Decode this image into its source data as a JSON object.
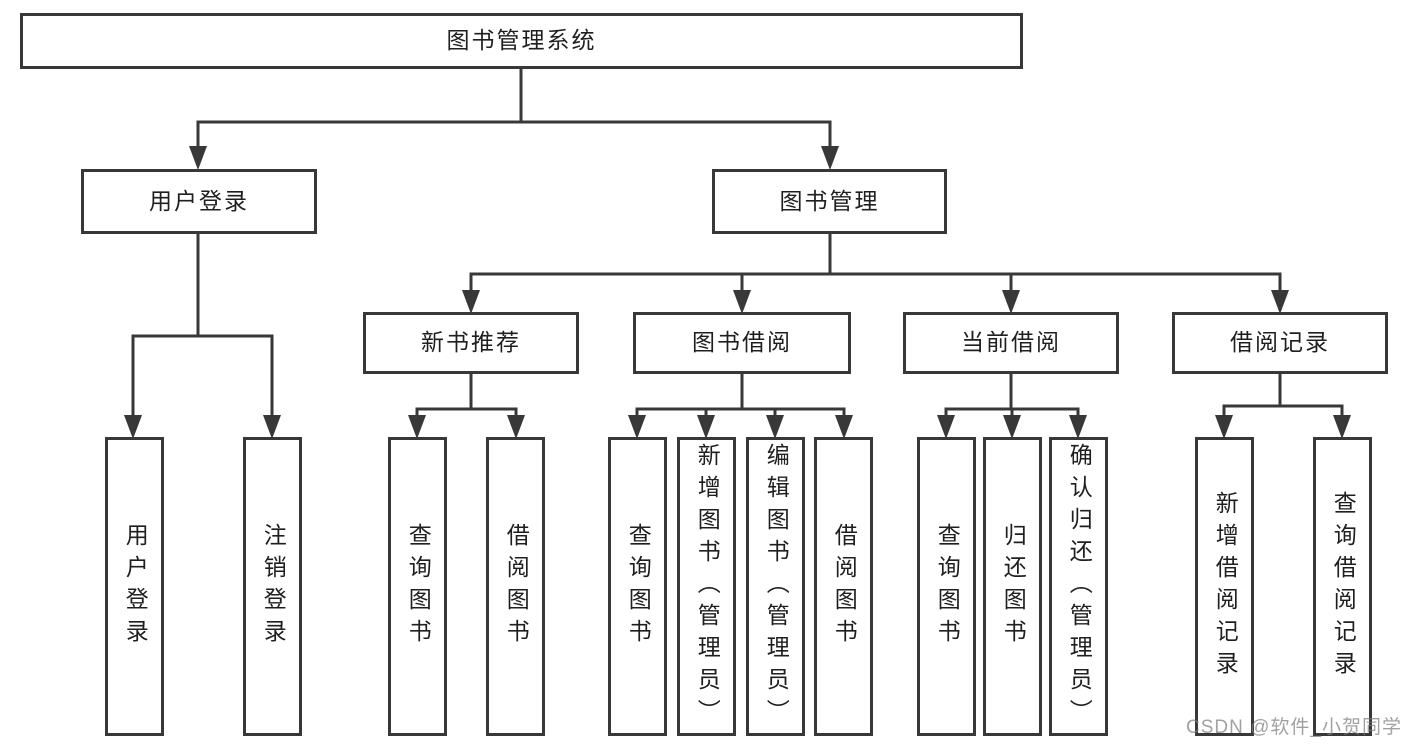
{
  "diagram_title": "图书管理系统",
  "watermark": "CSDN @软件_小贺同学",
  "colors": {
    "line": "#383838",
    "box_border": "#383838",
    "text": "#1f1f1f",
    "background": "#ffffff",
    "watermark": "#7d7d7d"
  },
  "tree": {
    "root": {
      "label": "图书管理系统"
    },
    "branches": [
      {
        "label": "用户登录",
        "children": [
          {
            "label": "用户登录"
          },
          {
            "label": "注销登录"
          }
        ]
      },
      {
        "label": "图书管理",
        "children": [
          {
            "label": "新书推荐",
            "children": [
              {
                "label": "查询图书"
              },
              {
                "label": "借阅图书"
              }
            ]
          },
          {
            "label": "图书借阅",
            "children": [
              {
                "label": "查询图书"
              },
              {
                "label": "新增图书（管理员）"
              },
              {
                "label": "编辑图书（管理员）"
              },
              {
                "label": "借阅图书"
              }
            ]
          },
          {
            "label": "当前借阅",
            "children": [
              {
                "label": "查询图书"
              },
              {
                "label": "归还图书"
              },
              {
                "label": "确认归还（管理员）"
              }
            ]
          },
          {
            "label": "借阅记录",
            "children": [
              {
                "label": "新增借阅记录"
              },
              {
                "label": "查询借阅记录"
              }
            ]
          }
        ]
      }
    ]
  }
}
